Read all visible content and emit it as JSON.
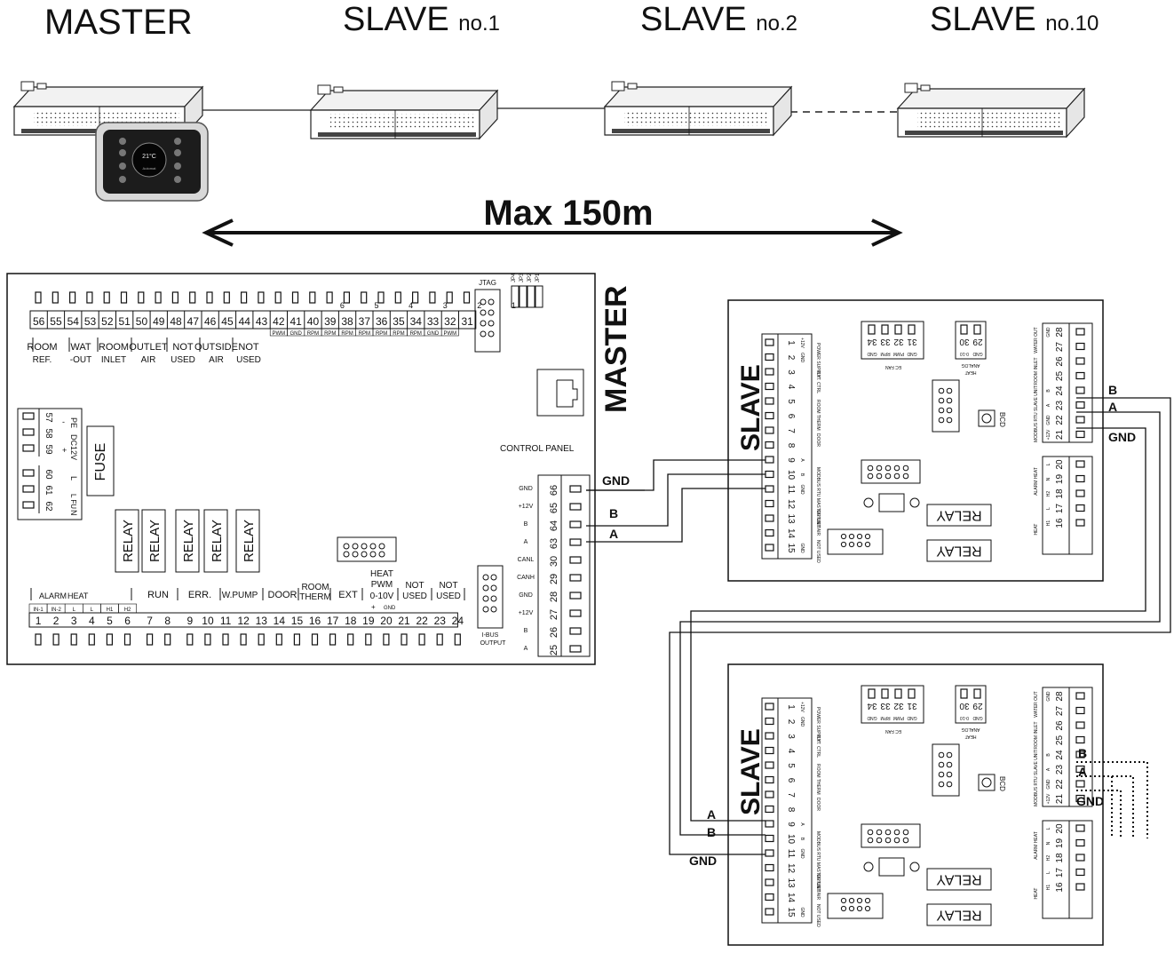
{
  "units": {
    "master": {
      "word": "MASTER",
      "suffix": ""
    },
    "slave1": {
      "word": "SLAVE",
      "suffix": "no.1"
    },
    "slave2": {
      "word": "SLAVE",
      "suffix": "no.2"
    },
    "slave10": {
      "word": "SLAVE",
      "suffix": "no.10"
    }
  },
  "panel_display": {
    "temp": "21°C",
    "mode": "Automat"
  },
  "distance_label": "Max 150m",
  "master_board": {
    "side_title": "MASTER",
    "top_numbers": [
      "56",
      "55",
      "54",
      "53",
      "52",
      "51",
      "50",
      "49",
      "48",
      "47",
      "46",
      "45",
      "44",
      "43",
      "42",
      "41",
      "40",
      "39",
      "38",
      "37",
      "36",
      "35",
      "34",
      "33",
      "32",
      "31"
    ],
    "top_small": [
      "6",
      "5",
      "4",
      "3",
      "2",
      "1"
    ],
    "sub_labels": [
      "PWM",
      "GND",
      "RPM",
      "RPM",
      "RPM",
      "RPM",
      "RPM",
      "RPM",
      "RPM",
      "GND",
      "PWM"
    ],
    "top_groups": [
      {
        "l1": "ROOM",
        "l2": "REF."
      },
      {
        "l1": "WAT",
        "l2": "-OUT"
      },
      {
        "l1": "ROOM",
        "l2": "INLET"
      },
      {
        "l1": "OUTLET",
        "l2": "AIR"
      },
      {
        "l1": "NOT",
        "l2": "USED"
      },
      {
        "l1": "OUTSIDE",
        "l2": "AIR"
      },
      {
        "l1": "NOT",
        "l2": "USED"
      }
    ],
    "jtag": "JTAG",
    "jumpers": [
      "JP4",
      "JP3",
      "JP2",
      "JP1"
    ],
    "left_terms": [
      "57",
      "58",
      "59",
      "60",
      "61",
      "62"
    ],
    "left_labels": {
      "pe": "PE",
      "dc": "DC12V",
      "plus": "+",
      "minus": "-",
      "l": "L",
      "lfu": "L FU",
      "n": "N"
    },
    "fuse": "FUSE",
    "relay": "RELAY",
    "control_panel": "CONTROL PANEL",
    "right_terms": [
      "66",
      "65",
      "64",
      "63",
      "30",
      "29",
      "28",
      "27",
      "26",
      "25"
    ],
    "right_labels": [
      "GND",
      "+12V",
      "B",
      "A",
      "CANL",
      "CANH",
      "GND",
      "+12V",
      "B",
      "A"
    ],
    "ibus": [
      "I-BUS",
      "OUTPUT"
    ],
    "bottom_numbers": [
      "1",
      "2",
      "3",
      "4",
      "5",
      "6",
      "7",
      "8",
      "9",
      "10",
      "11",
      "12",
      "13",
      "14",
      "15",
      "16",
      "17",
      "18",
      "19",
      "20",
      "21",
      "22",
      "23",
      "24"
    ],
    "bottom_small": [
      "IN-1",
      "IN-2",
      "L",
      "L",
      "H1",
      "H2"
    ],
    "bottom_groups": [
      "ALARM",
      "HEAT",
      "RUN",
      "ERR.",
      "W.PUMP",
      "DOOR",
      "ROOM",
      "THERM",
      "EXT",
      "HEAT",
      "PWM",
      "0-10V",
      "NOT",
      "USED",
      "NOT",
      "USED"
    ],
    "heat_plus": "+",
    "heat_gnd": "GND"
  },
  "slave_board": {
    "title": "SLAVE",
    "left_numbers": [
      "1",
      "2",
      "3",
      "4",
      "5",
      "6",
      "7",
      "8",
      "9",
      "10",
      "11",
      "12",
      "13",
      "14",
      "15"
    ],
    "left_small": [
      "+12V",
      "GND",
      "",
      "",
      "",
      "",
      "",
      "",
      "A",
      "B",
      "GND",
      "",
      "",
      "",
      "GND"
    ],
    "left_groups": [
      "POWER SUPPLY",
      "EXT. CTRL",
      "ROOM THERM",
      "DOOR",
      "MODBUS RTU MASTER UNIT",
      "OUTLET AIR",
      "NOT USED"
    ],
    "ec_numbers": [
      "34",
      "33",
      "32",
      "31"
    ],
    "ec_small": [
      "GND",
      "RPM",
      "PWM",
      "GND"
    ],
    "ec_label": "EC FAN",
    "analog_numbers": [
      "30",
      "29"
    ],
    "analog_small": [
      "0-10",
      "GND"
    ],
    "analog_label": [
      "ANALOG",
      "HEAT"
    ],
    "bcd": "BCD",
    "right_numbers": [
      "28",
      "27",
      "26",
      "25",
      "24",
      "23",
      "22",
      "21",
      "20",
      "19",
      "18",
      "17",
      "16"
    ],
    "right_small": [
      "GND",
      "",
      "",
      "",
      "B",
      "A",
      "GND",
      "+12V",
      "L",
      "N",
      "H2",
      "L",
      "H1"
    ],
    "right_groups": [
      "WATER OUT",
      "ROOM INLET",
      "MODBUS RTU SLAVE UNIT",
      "ALARM HEAT",
      "HEAT"
    ],
    "relay": "RELAY"
  },
  "wiring": {
    "gnd": "GND",
    "a": "A",
    "b": "B"
  }
}
